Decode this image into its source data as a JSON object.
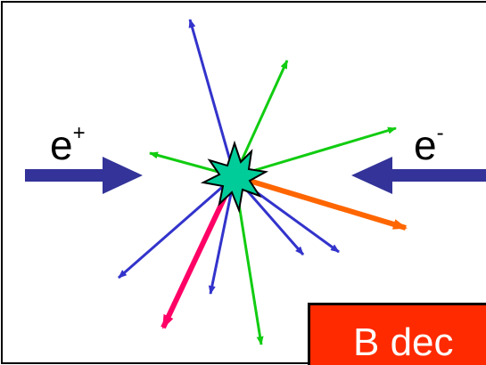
{
  "labels": {
    "positron": "e",
    "positron_sup": "+",
    "electron": "e",
    "electron_sup": "-"
  },
  "caption": "B dec",
  "colors": {
    "frame": "#000000",
    "beam": "#333399",
    "blue_track": "#3333cc",
    "green_track": "#11cc11",
    "orange_track": "#ff6600",
    "pink_track": "#ff0066",
    "vertex_fill": "#00cc99",
    "caption_bg": "#ff2a00",
    "caption_text": "#ffffff"
  }
}
